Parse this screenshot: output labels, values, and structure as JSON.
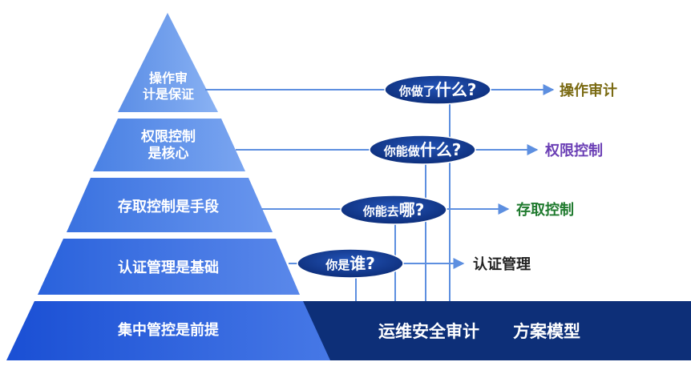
{
  "pyramid": {
    "tiers": [
      {
        "lines": [
          "操作审",
          "计是保证"
        ]
      },
      {
        "lines": [
          "权限控制",
          "是核心"
        ]
      },
      {
        "lines": [
          "存取控制是手段"
        ]
      },
      {
        "lines": [
          "认证管理是基础"
        ]
      },
      {
        "lines": [
          "集中管控是前提"
        ]
      }
    ]
  },
  "questions": [
    {
      "small": "你做了",
      "big": "什么?"
    },
    {
      "small": "你能做",
      "big": "什么?"
    },
    {
      "small": "你能去",
      "big": "哪?"
    },
    {
      "small": "你是",
      "big": "谁?"
    }
  ],
  "outputs": [
    {
      "label": "操作审计",
      "color": "#7a6a12"
    },
    {
      "label": "权限控制",
      "color": "#6b3fb5"
    },
    {
      "label": "存取控制",
      "color": "#1f7a2e"
    },
    {
      "label": "认证管理",
      "color": "#222222"
    }
  ],
  "bar": {
    "title": "运维安全审计",
    "subtitle": "方案模型"
  },
  "colors": {
    "tier_top": "#5f93e8",
    "tier_bottom": "#1c52d6",
    "bar": "#0d2f78",
    "question_bubble": "#163f9c",
    "connector": "#5d8fe0"
  }
}
